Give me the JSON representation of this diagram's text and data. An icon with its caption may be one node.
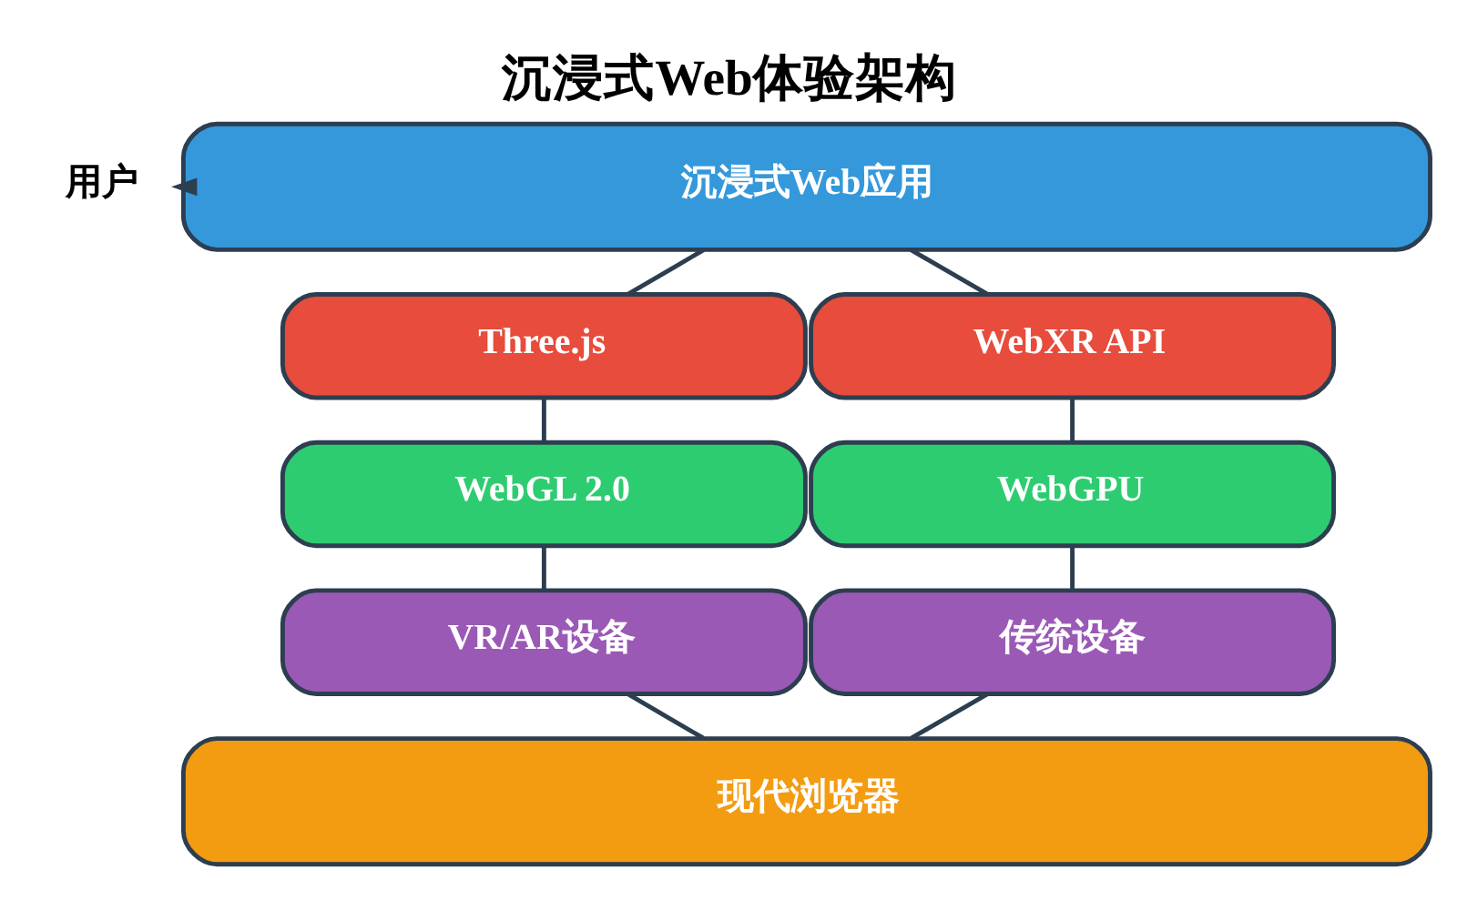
{
  "diagram": {
    "title": "沉浸式Web体验架构",
    "nodes": [
      {
        "text": [
          "用户"
        ]
      },
      {
        "text": [
          "沉浸式Web应用"
        ]
      },
      {
        "text": [
          "Three.js"
        ]
      },
      {
        "text": [
          "WebXR API"
        ]
      },
      {
        "text": [
          "WebGL 2.0"
        ]
      },
      {
        "text": [
          "WebGPU"
        ]
      },
      {
        "text": [
          "VR/AR设备"
        ]
      },
      {
        "text": [
          "传统设备"
        ]
      },
      {
        "text": [
          "现代浏览器"
        ]
      }
    ],
    "edges": [
      {
        "from": 1,
        "to": 0,
        "arrow": "to"
      },
      {
        "from": 1,
        "to": 2,
        "arrow": "none"
      },
      {
        "from": 1,
        "to": 3,
        "arrow": "none"
      },
      {
        "from": 2,
        "to": 4,
        "arrow": "none"
      },
      {
        "from": 3,
        "to": 5,
        "arrow": "none"
      },
      {
        "from": 4,
        "to": 6,
        "arrow": "none"
      },
      {
        "from": 5,
        "to": 7,
        "arrow": "none"
      },
      {
        "from": 6,
        "to": 8,
        "arrow": "none"
      },
      {
        "from": 7,
        "to": 8,
        "arrow": "none"
      }
    ]
  }
}
